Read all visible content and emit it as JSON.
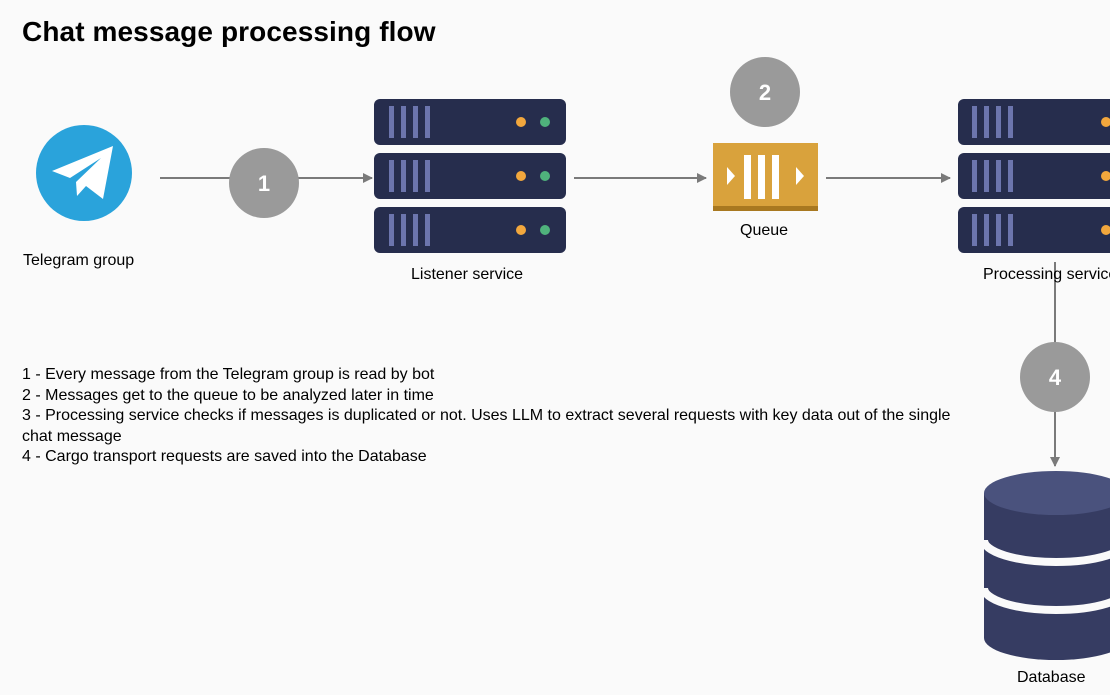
{
  "title": "Chat message processing flow",
  "nodes": {
    "telegram": {
      "label": "Telegram group"
    },
    "listener": {
      "label": "Listener service"
    },
    "queue": {
      "label": "Queue"
    },
    "processing": {
      "label": "Processing service"
    },
    "database": {
      "label": "Database"
    }
  },
  "steps": [
    "1",
    "2",
    "4"
  ],
  "notes": [
    "1 - Every message from the Telegram group is read by bot",
    "2 - Messages get to the queue to be analyzed later in time",
    "3 - Processing service checks if messages is duplicated or not. Uses LLM to extract several requests with key data out of the single chat message",
    "4 - Cargo transport requests are saved into the Database"
  ],
  "colors": {
    "telegram": "#2aa3db",
    "server": "#262d4d",
    "server_bars": "#6c75ad",
    "led_orange": "#f2a73d",
    "led_green": "#4fb27c",
    "queue": "#d9a23c",
    "queue_border": "#a87820",
    "step_circle": "#9a9a9a",
    "arrow": "#7a7a7a",
    "database": "#363c62",
    "database_top": "#4a527d"
  },
  "icons": {
    "telegram": "telegram-icon",
    "server": "server-rack-icon",
    "queue": "queue-icon",
    "database": "database-icon"
  }
}
